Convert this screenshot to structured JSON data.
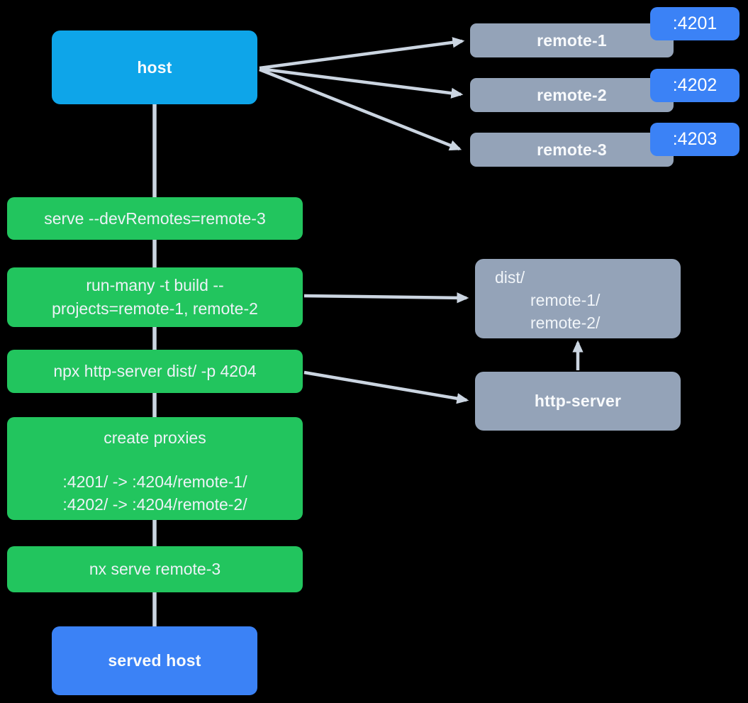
{
  "diagram": {
    "host": {
      "label": "host"
    },
    "remotes": [
      {
        "label": "remote-1",
        "port": ":4201"
      },
      {
        "label": "remote-2",
        "port": ":4202"
      },
      {
        "label": "remote-3",
        "port": ":4203"
      }
    ],
    "commands": {
      "serve_dev": "serve --devRemotes=remote-3",
      "run_many_line1": "run-many -t build --",
      "run_many_line2": "projects=remote-1, remote-2",
      "http_server_cmd": "npx http-server dist/ -p 4204",
      "proxies_title": "create proxies",
      "proxy_line1": ":4201/ -> :4204/remote-1/",
      "proxy_line2": ":4202/ -> :4204/remote-2/",
      "nx_serve": "nx serve remote-3"
    },
    "dist": {
      "line1": "dist/",
      "line2": "remote-1/",
      "line3": "remote-2/"
    },
    "http_server": {
      "label": "http-server"
    },
    "served_host": {
      "label": "served host"
    }
  },
  "colors": {
    "host_bg": "#0ea5e9",
    "remote_bg": "#94a3b8",
    "badge_bg": "#3b82f6",
    "command_bg": "#22c55e",
    "served_host_bg": "#3b82f6",
    "connector": "#cbd5e1",
    "text_light": "#f1f5f9"
  }
}
